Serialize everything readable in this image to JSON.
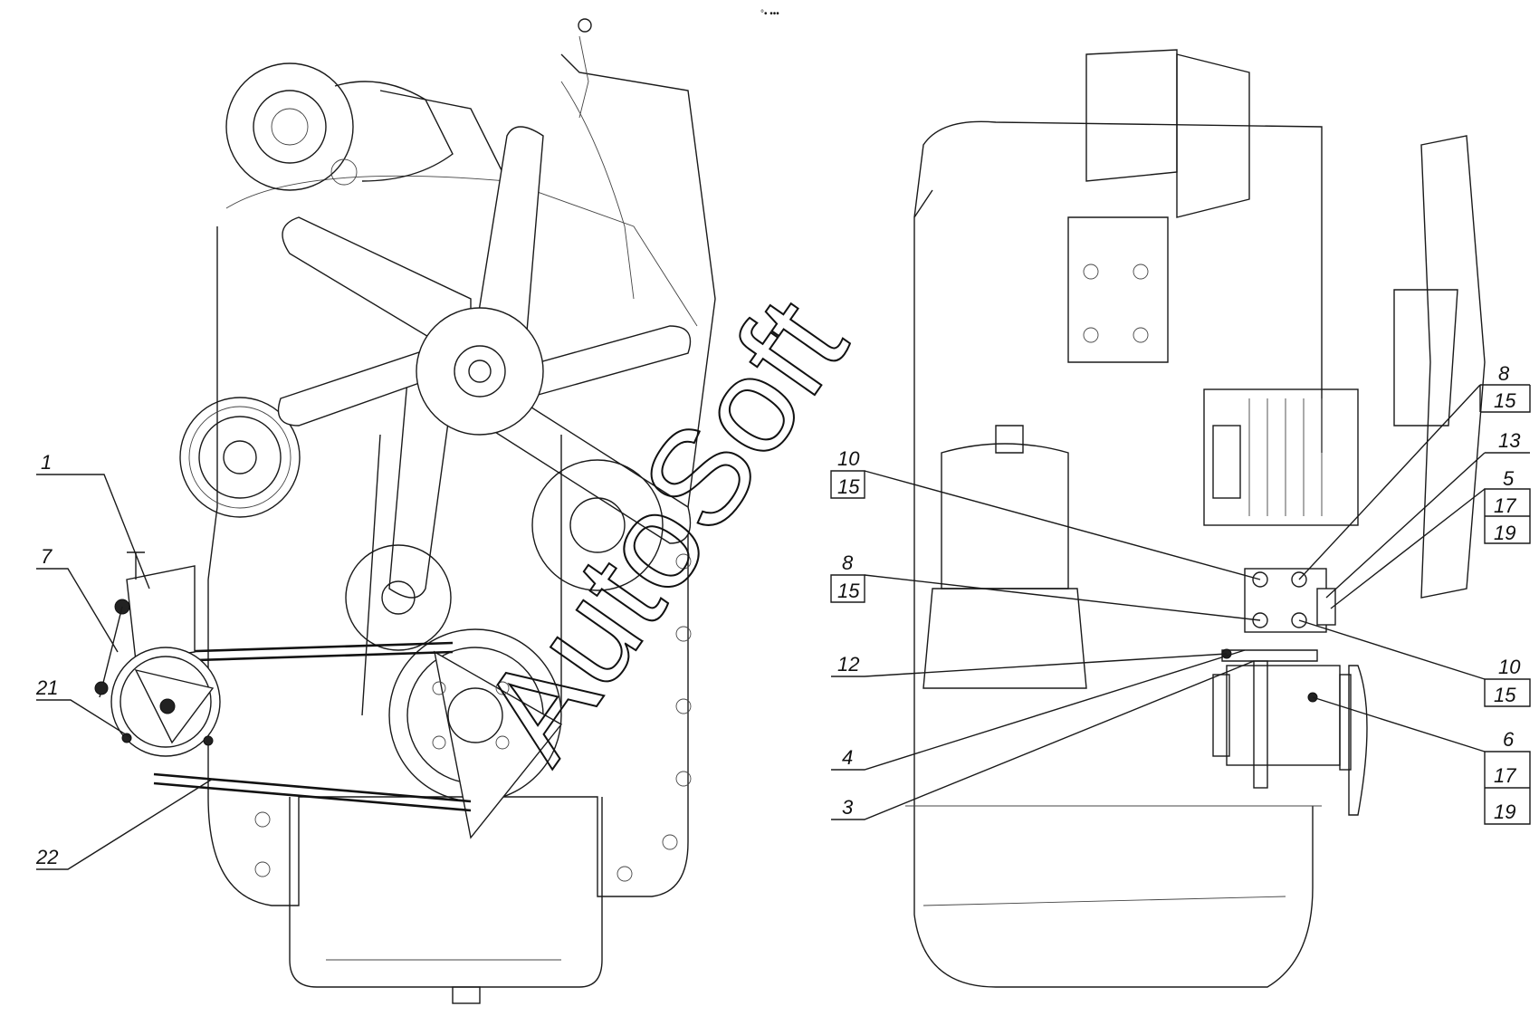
{
  "header_mark": "°• •••",
  "watermark": "AutoSoft",
  "callouts_left": [
    "1",
    "7",
    "21",
    "22"
  ],
  "callouts_right": {
    "c8a": "8",
    "c15a": "15",
    "c13": "13",
    "c5": "5",
    "c17a": "17",
    "c19a": "19",
    "c10a": "10",
    "c15b": "15",
    "c8b": "8",
    "c15c": "15",
    "c12": "12",
    "c10b": "10",
    "c15d": "15",
    "c4": "4",
    "c6": "6",
    "c17b": "17",
    "c19b": "19",
    "c3": "3"
  }
}
